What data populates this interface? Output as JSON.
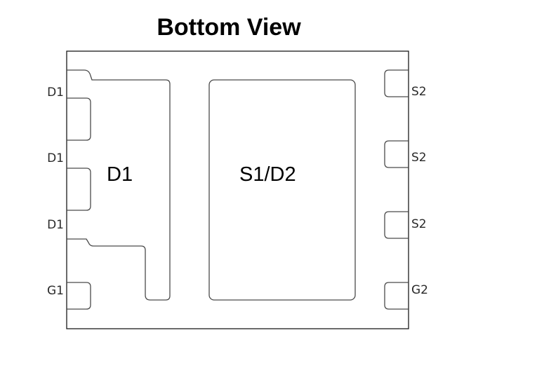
{
  "title": "Bottom View",
  "pads": {
    "left_pad_label": "D1",
    "center_pad_label": "S1/D2"
  },
  "left_pins": [
    "D1",
    "D1",
    "D1",
    "G1"
  ],
  "right_pins": [
    "S2",
    "S2",
    "S2",
    "G2"
  ]
}
